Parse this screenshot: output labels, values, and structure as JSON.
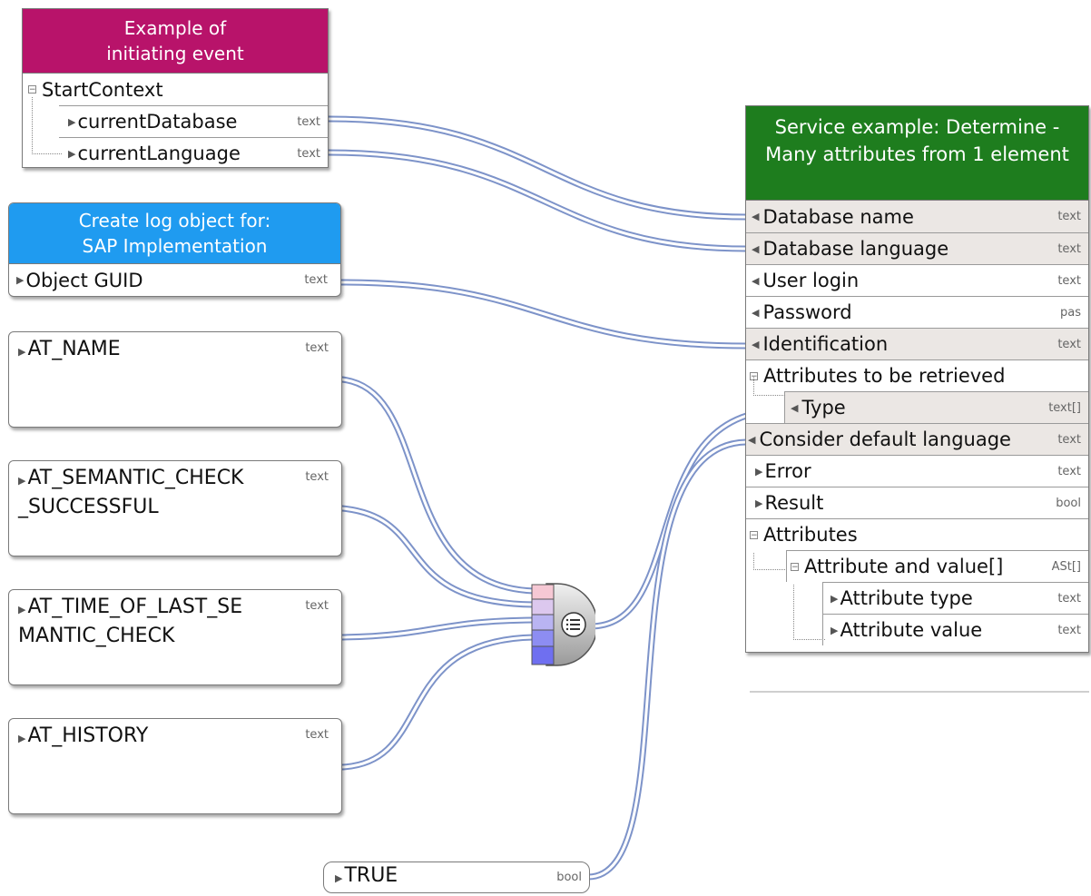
{
  "event": {
    "title_line1": "Example of",
    "title_line2": "initiating event",
    "color": "#b8136a",
    "root": "StartContext",
    "fields": [
      {
        "name": "currentDatabase",
        "type": "text"
      },
      {
        "name": "currentLanguage",
        "type": "text"
      }
    ]
  },
  "log": {
    "title_line1": "Create log object for:",
    "title_line2": "SAP Implementation",
    "color": "#1f9bf0",
    "field": "Object GUID",
    "type": "text"
  },
  "attributes": [
    {
      "label": "AT_NAME",
      "type": "text"
    },
    {
      "label": "AT_SEMANTIC_CHECK\n_SUCCESSFUL",
      "type": "text"
    },
    {
      "label": "AT_TIME_OF_LAST_SE\nMANTIC_CHECK",
      "type": "text"
    },
    {
      "label": "AT_HISTORY",
      "type": "text"
    }
  ],
  "constant": {
    "label": "TRUE",
    "type": "bool"
  },
  "service": {
    "title_line1": "Service example: Determine -",
    "title_line2": "Many attributes from 1 element",
    "color": "#1e7d1e",
    "inputs": [
      {
        "name": "Database name",
        "type": "text"
      },
      {
        "name": "Database language",
        "type": "text"
      },
      {
        "name": "User login",
        "type": "text"
      },
      {
        "name": "Password",
        "type": "pas"
      },
      {
        "name": "Identification",
        "type": "text"
      }
    ],
    "attributes_group": "Attributes to be retrieved",
    "attributes_child": {
      "name": "Type",
      "type": "text[]"
    },
    "default_language": {
      "name": "Consider default language",
      "type": "text"
    },
    "outputs": [
      {
        "name": "Error",
        "type": "text"
      },
      {
        "name": "Result",
        "type": "bool"
      }
    ],
    "out_group": "Attributes",
    "out_child": {
      "name": "Attribute and value[]",
      "type": "ASt[]"
    },
    "out_leaves": [
      {
        "name": "Attribute type",
        "type": "text"
      },
      {
        "name": "Attribute value",
        "type": "text"
      }
    ]
  },
  "connector_icon": "list-icon"
}
